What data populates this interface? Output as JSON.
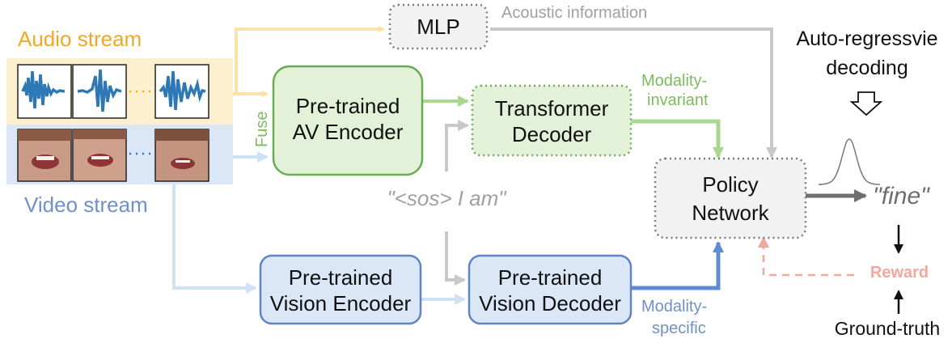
{
  "labels": {
    "audio_stream": "Audio stream",
    "video_stream": "Video stream",
    "fuse": "Fuse",
    "mlp": "MLP",
    "acoustic_info": "Acoustic information",
    "av_encoder_l1": "Pre-trained",
    "av_encoder_l2": "AV Encoder",
    "transformer_l1": "Transformer",
    "transformer_l2": "Decoder",
    "modality_invariant_l1": "Modality-",
    "modality_invariant_l2": "invariant",
    "autoregressive_l1": "Auto-regressvie",
    "autoregressive_l2": "decoding",
    "policy_l1": "Policy",
    "policy_l2": "Network",
    "prompt": "\"<sos> I am\"",
    "output_word": "\"fine\"",
    "reward": "Reward",
    "ground_truth": "Ground-truth",
    "vision_encoder_l1": "Pre-trained",
    "vision_encoder_l2": "Vision Encoder",
    "vision_decoder_l1": "Pre-trained",
    "vision_decoder_l2": "Vision Decoder",
    "modality_specific_l1": "Modality-",
    "modality_specific_l2": "specific"
  },
  "colors": {
    "audio_text": "#f5a623",
    "audio_bg": "#fdf0cf",
    "audio_arrow": "#fbe2a6",
    "video_text": "#6f90c8",
    "video_bg": "#dbe7f7",
    "video_arrow": "#cfe1f7",
    "green_fill": "#e3f1d9",
    "green_stroke": "#6aac54",
    "green_arrow": "#a8d890",
    "green_text": "#7dbb5d",
    "blue_fill": "#dbe7f7",
    "blue_stroke": "#5e84c4",
    "blue_arrow": "#5f8bd3",
    "gray_fill": "#f2f2f2",
    "gray_stroke": "#7a7a7a",
    "gray_arrow": "#c8c8c8",
    "gray_text": "#a0a0a0",
    "waveform": "#2e78b5",
    "reward": "#f2a7a0",
    "dark_arrow": "#6e6e6e"
  }
}
